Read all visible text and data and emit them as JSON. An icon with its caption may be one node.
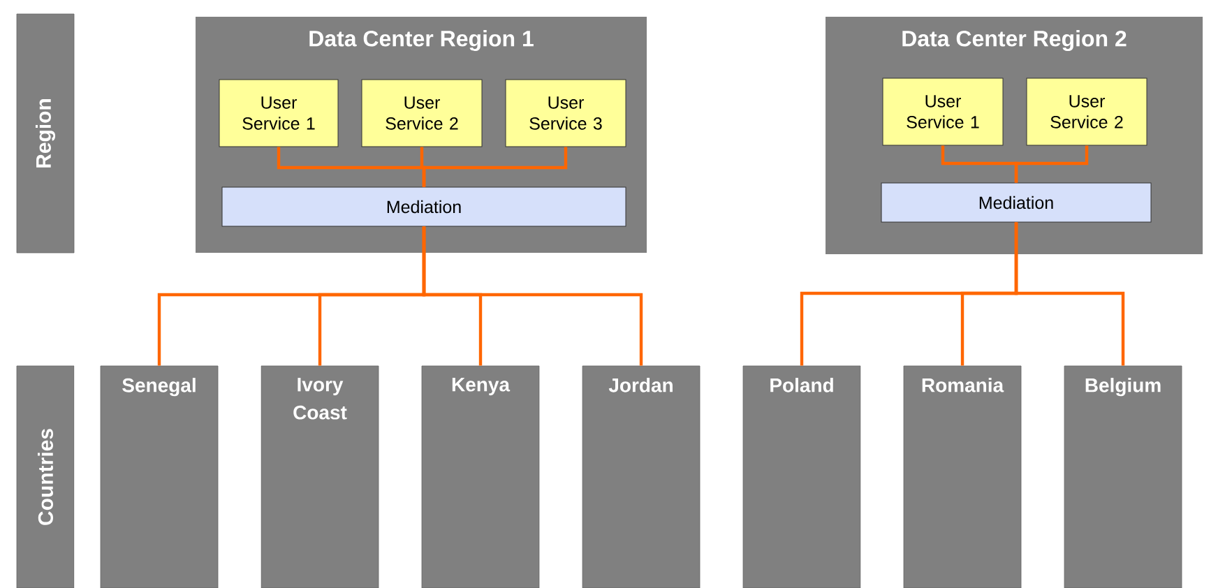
{
  "diagram": {
    "nodes": [
      {
        "text": [
          "Region"
        ]
      },
      {
        "text": [
          "Data Center Region 1"
        ]
      },
      {
        "text": [
          "User Service 1"
        ],
        "in": 1
      },
      {
        "text": [
          "User Service 2"
        ],
        "in": 1
      },
      {
        "text": [
          "User Service 3"
        ],
        "in": 1
      },
      {
        "text": [
          "Mediation"
        ],
        "in": 1
      },
      {
        "text": [
          "Data Center Region 2"
        ]
      },
      {
        "text": [
          "User Service 1"
        ],
        "in": 6
      },
      {
        "text": [
          "User Service 2"
        ],
        "in": 6
      },
      {
        "text": [
          "Mediation"
        ],
        "in": 6
      },
      {
        "text": [
          "Countries"
        ]
      },
      {
        "text": [
          "Senegal"
        ]
      },
      {
        "text": [
          "Ivory Coast"
        ]
      },
      {
        "text": [
          "Kenya"
        ]
      },
      {
        "text": [
          "Jordan"
        ]
      },
      {
        "text": [
          "Poland"
        ]
      },
      {
        "text": [
          "Romania"
        ]
      },
      {
        "text": [
          "Belgium"
        ]
      }
    ],
    "edges": [
      {
        "from": 2,
        "to": 5,
        "arrow": "none"
      },
      {
        "from": 3,
        "to": 5,
        "arrow": "none"
      },
      {
        "from": 4,
        "to": 5,
        "arrow": "none"
      },
      {
        "from": 7,
        "to": 9,
        "arrow": "none"
      },
      {
        "from": 8,
        "to": 9,
        "arrow": "none"
      },
      {
        "from": 5,
        "to": 11,
        "arrow": "none"
      },
      {
        "from": 5,
        "to": 12,
        "arrow": "none"
      },
      {
        "from": 5,
        "to": 13,
        "arrow": "none"
      },
      {
        "from": 5,
        "to": 14,
        "arrow": "none"
      },
      {
        "from": 9,
        "to": 15,
        "arrow": "none"
      },
      {
        "from": 9,
        "to": 16,
        "arrow": "none"
      },
      {
        "from": 9,
        "to": 17,
        "arrow": "none"
      }
    ]
  }
}
